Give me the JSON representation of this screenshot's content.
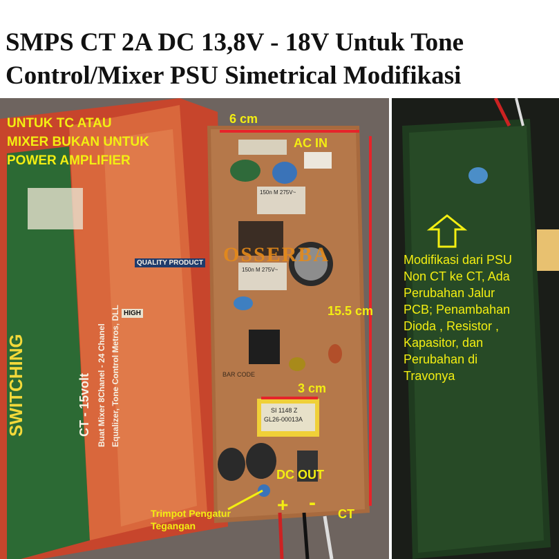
{
  "title": {
    "line1": "SMPS CT 2A DC 13,8V - 18V Untuk Tone",
    "line2": "Control/Mixer PSU Simetrical Modifikasi"
  },
  "photo_left": {
    "warning_lines": [
      "UNTUK TC ATAU",
      "MIXER BUKAN UNTUK",
      "POWER AMPLIFIER"
    ],
    "width_label": "6 cm",
    "ac_in_label": "AC IN",
    "height_label": "15.5 cm",
    "transformer_label": "3 cm",
    "dc_out_label": "DC OUT",
    "plus_label": "+",
    "minus_label": "-",
    "ct_label": "CT",
    "trimpot_lines": [
      "Trimpot Pengatur",
      "Tegangan"
    ],
    "watermark": "OSSERBA",
    "box_text": {
      "brand": "SWITCHING",
      "spec": "CT - 15volt",
      "usage_line1": "Buat Mixer 8Chanel - 24 Chanel",
      "usage_line2": "Equalizer, Tone Control Metros, DLL",
      "badge_high": "HIGH",
      "badge_quality": "QUALITY PRODUCT"
    },
    "board_text": {
      "cap1": "150n M 275V~",
      "cap2": "150n M 275V~",
      "transformer": "GL26-00013A",
      "transformer2": "SI 1148 Z",
      "bar_code": "BAR CODE"
    }
  },
  "photo_right": {
    "note_lines": [
      "Modifikasi dari PSU",
      "Non CT ke CT, Ada",
      "Perubahan Jalur",
      "PCB; Penambahan",
      "Dioda , Resistor ,",
      "Kapasitor, dan",
      "Perubahan di",
      "Travonya"
    ]
  },
  "colors": {
    "annotation": "#f3ee12",
    "dimension_red": "#e6242a",
    "pcb": "#a86a3e",
    "box_red": "#c7452c",
    "box_green": "#2c6a34",
    "pcb_back": "#1f3b1f"
  }
}
